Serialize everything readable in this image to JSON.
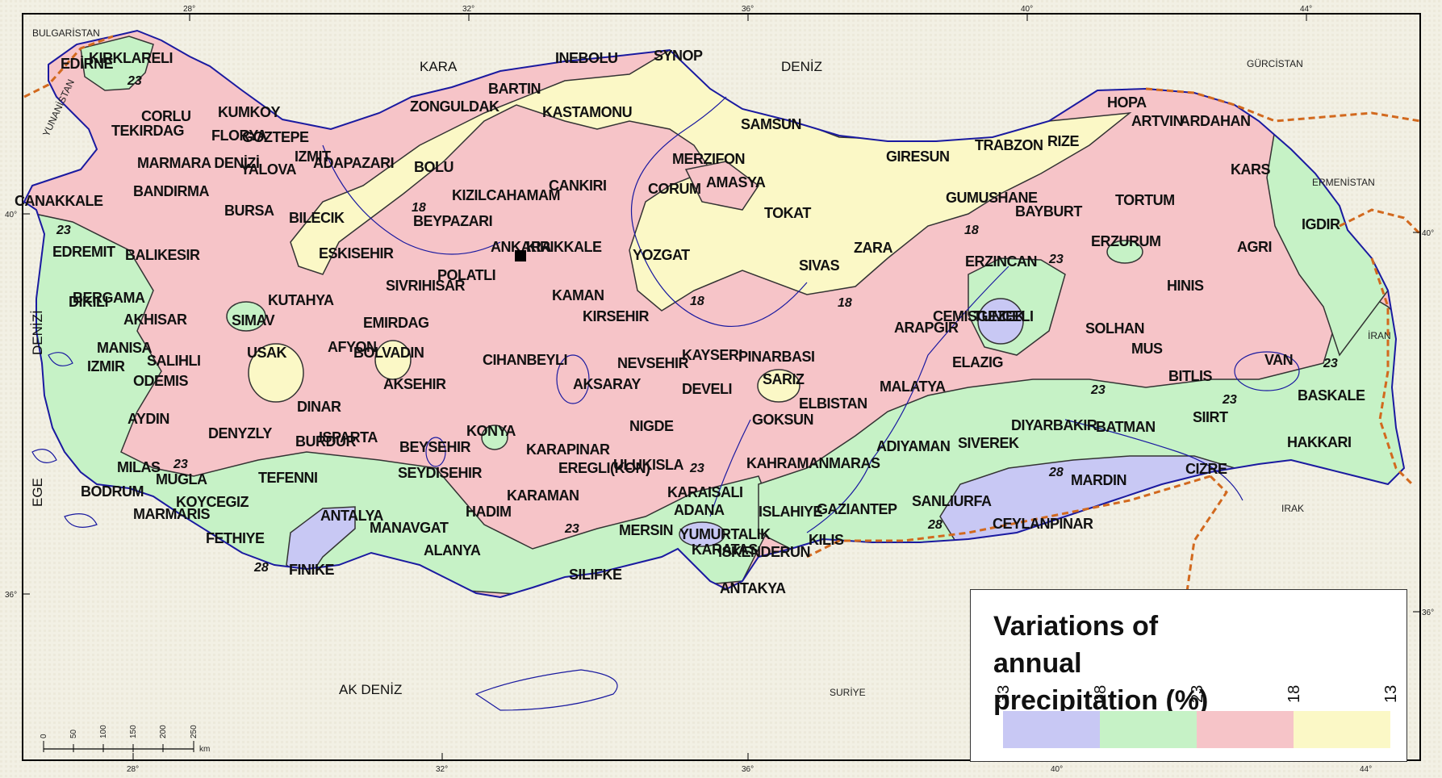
{
  "colors": {
    "background": "#f2f0e4",
    "class_28_33": "#c8c8f4",
    "class_23_28": "#c6f2c6",
    "class_18_23": "#f6c4c8",
    "class_13_18": "#fbf8c6",
    "water": "#1a1aa0",
    "border": "#d2691e"
  },
  "legend": {
    "title": "Variations of annual precipitation (%)",
    "labels": [
      "33",
      "28",
      "23",
      "18",
      "13"
    ],
    "swatches": [
      "28-33",
      "23-28",
      "18-23",
      "13-18"
    ]
  },
  "scale_bar": {
    "ticks": [
      "0",
      "50",
      "100",
      "150",
      "200",
      "250"
    ],
    "unit": "km"
  },
  "coords": {
    "top": [
      "28°",
      "32°",
      "36°",
      "40°",
      "44°"
    ],
    "bottom": [
      "28°",
      "32°",
      "36°",
      "40°",
      "44°"
    ],
    "left": [
      "40°",
      "36°"
    ],
    "right": [
      "40°",
      "36°"
    ]
  },
  "countries": [
    "BULGARİSTAN",
    "YUNANİSTAN",
    "GÜRCİSTAN",
    "ERMENİSTAN",
    "İRAN",
    "IRAK",
    "SURİYE"
  ],
  "seas": [
    "KARA",
    "DENİZ",
    "AK  DENİZ",
    "EGE",
    "DENİZİ",
    "MARMARA DENİZİ"
  ],
  "isohyet_labels": [
    "23",
    "18",
    "28"
  ],
  "cities": [
    "EDİRNE",
    "KIRKLARELI",
    "CORLU",
    "TEKIRDAG",
    "KUMKOY",
    "FLORYA",
    "GOZTEPE",
    "IZMIT",
    "ADAPAZARI",
    "YALOVA",
    "BANDIRMA",
    "CANAKKALE",
    "BURSA",
    "BILECIK",
    "EDREMIT",
    "BALIKESIR",
    "BERGAMA",
    "DIKILI",
    "AKHISAR",
    "MANISA",
    "IZMIR",
    "SALIHLI",
    "ODEMIS",
    "AYDIN",
    "SIMAV",
    "KUTAHYA",
    "USAK",
    "ESKISEHIR",
    "SIVRIHISAR",
    "POLATLI",
    "EMIRDAG",
    "AFYON",
    "BOLVADIN",
    "AKSEHIR",
    "DINAR",
    "DENYZLY",
    "BURDUR",
    "ISPARTA",
    "MILAS",
    "MUGLA",
    "BODRUM",
    "TEFENNI",
    "KOYCEGIZ",
    "MARMARIS",
    "FETHIYE",
    "ANTALYA",
    "FINIKE",
    "MANAVGAT",
    "ALANYA",
    "BEYSEHIR",
    "SEYDISEHIR",
    "KONYA",
    "HADIM",
    "KARAMAN",
    "KARAPINAR",
    "EREGLI(KON)",
    "ULUKISLA",
    "SILIFKE",
    "MERSIN",
    "ADANA",
    "KARAISALI",
    "KARATAS",
    "YUMURTALIK",
    "ISKENDERUN",
    "ANTAKYA",
    "KILIS",
    "GAZIANTEP",
    "ISLAHIYE",
    "KAHRAMANMARAS",
    "GOKSUN",
    "ELBISTAN",
    "SARIZ",
    "DEVELI",
    "KAYSERI",
    "PINARBASI",
    "NEVSEHIR",
    "NIGDE",
    "AKSARAY",
    "CIHANBEYLI",
    "KIRSEHIR",
    "KAMAN",
    "ANKARA",
    "KIRIKKALE",
    "BEYPAZARI",
    "KIZILCAHAMAM",
    "CANKIRI",
    "BOLU",
    "ZONGULDAK",
    "BARTIN",
    "INEBOLU",
    "KASTAMONU",
    "SYNOP",
    "SAMSUN",
    "MERZIFON",
    "AMASYA",
    "CORUM",
    "YOZGAT",
    "TOKAT",
    "SIVAS",
    "ZARA",
    "GIRESUN",
    "TRABZON",
    "RIZE",
    "HOPA",
    "ARTVIN",
    "ARDAHAN",
    "KARS",
    "GUMUSHANE",
    "BAYBURT",
    "TORTUM",
    "ERZURUM",
    "IGDIR",
    "AGRI",
    "ERZINCAN",
    "HINIS",
    "CEMISGEZEK",
    "TUNCELI",
    "ARAPGIR",
    "ELAZIG",
    "MALATYA",
    "SOLHAN",
    "MUS",
    "BITLIS",
    "VAN",
    "BASKALE",
    "HAKKARI",
    "SIIRT",
    "BATMAN",
    "DIYARBAKIR",
    "SIVEREK",
    "ADIYAMAN",
    "SANLIURFA",
    "CEYLANPINAR",
    "MARDIN",
    "CIZRE"
  ]
}
